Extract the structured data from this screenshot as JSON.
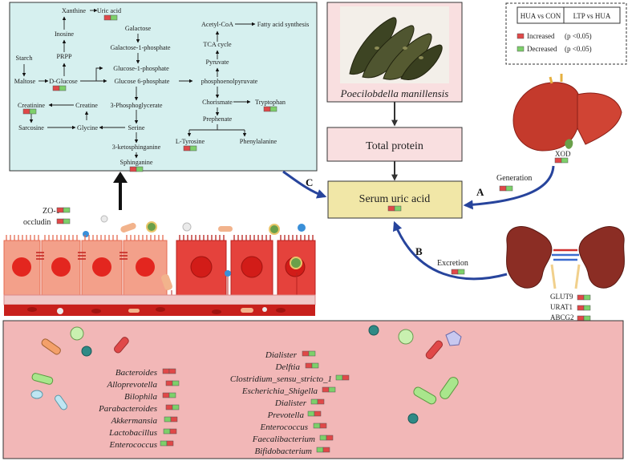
{
  "colors": {
    "increased": "#e04848",
    "decreased": "#7dd06a",
    "pathway_bg": "#d6f0ef",
    "protein_bg": "#f9dfe0",
    "uric_bg": "#f1e7a7",
    "gut_bg": "#f2b7b7",
    "arrow_blue": "#27449c"
  },
  "legend": {
    "col1": "HUA vs CON",
    "col2": "LTP vs HUA",
    "increased": "Increased",
    "decreased": "Decreased",
    "p_value": "(p <0.05)"
  },
  "pathway": {
    "xanthine": "Xanthine",
    "uric_acid": "Uric acid",
    "inosine": "Inosine",
    "prpp": "PRPP",
    "starch": "Starch",
    "maltose": "Maltose",
    "d_glucose": "D-Glucose",
    "galactose": "Galactose",
    "galactose_1p": "Galactose-1-phosphate",
    "glucose_1p": "Glucose-1-phosphate",
    "glucose_6p": "Glucose 6-phosphate",
    "pep": "phosphoenolpyruvate",
    "acetyl_coa": "Acetyl-CoA",
    "fatty_acid": "Fatty acid synthesis",
    "tca": "TCA cycle",
    "pyruvate": "Pyruvate",
    "chorismate": "Chorismate",
    "tryptophan": "Tryptophan",
    "prephenate": "Prephenate",
    "l_tyrosine": "L-Tyrosine",
    "phenylalanine": "Phenylalanine",
    "creatinine": "Creatinine",
    "creatine": "Creatine",
    "sarcosine": "Sarcosine",
    "glycine": "Glycine",
    "pg3": "3-Phosphoglycerate",
    "serine": "Serine",
    "ketosph": "3-ketosphinganine",
    "sphinganine": "Sphinganine"
  },
  "species": "Poecilobdella manillensis",
  "total_protein": "Total protein",
  "serum_uric_acid": "Serum uric acid",
  "generation": "Generation",
  "excretion": "Excretion",
  "xod": "XOD",
  "label_a": "A",
  "label_b": "B",
  "label_c": "C",
  "tight_junction": {
    "zo1": "ZO-1",
    "occludin": "occludin"
  },
  "kidney_genes": [
    "GLUT9",
    "URAT1",
    "ABCG2"
  ],
  "bacteria_left": [
    "Bacteroides",
    "Alloprevotella",
    "Bilophila",
    "Parabacteroides",
    "Akkermansia",
    "Lactobacillus",
    "Enterococcus"
  ],
  "bacteria_right": [
    "Dialister",
    "Delftia",
    "Clostridium_sensu_stricto_1",
    "Escherichia_Shigella",
    "Dialister",
    "Prevotella",
    "Enterococcus",
    "Faecalibacterium",
    "Bifidobacterium"
  ]
}
